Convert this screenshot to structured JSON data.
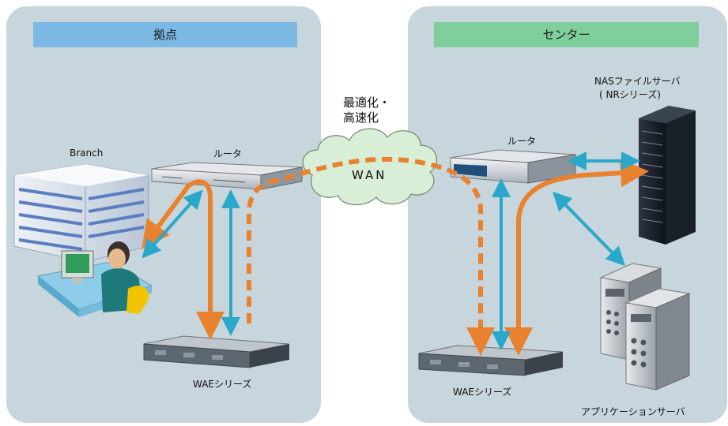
{
  "diagram": {
    "left_site": {
      "title": "拠点",
      "branch_label": "Branch",
      "router_label": "ルータ",
      "wae_label": "WAEシリーズ"
    },
    "right_site": {
      "title": "センター",
      "router_label": "ルータ",
      "nas_label_line1": "NASファイルサーバ",
      "nas_label_line2": "( NRシリーズ)",
      "wae_label": "WAEシリーズ",
      "app_server_label": "アプリケーションサーバ"
    },
    "wan": {
      "cloud_label": "WAN",
      "optimization_line1": "最適化・",
      "optimization_line2": "高速化"
    },
    "colors": {
      "panel_bg": "#c7d6dc",
      "left_header": "#7bb8e3",
      "right_header": "#7fcf9c",
      "orange_arrow": "#e8822e",
      "blue_arrow": "#2aa7c9",
      "cloud_fill": "#d9eed6"
    }
  }
}
